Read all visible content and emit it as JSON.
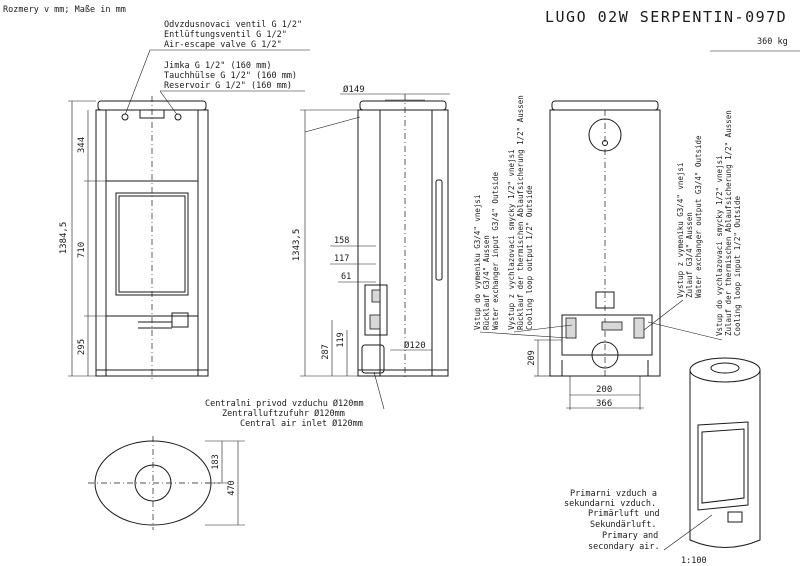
{
  "header": {
    "units_note": "Rozmery v mm; Maße in mm",
    "model_title": "LUGO 02W SERPENTIN-097D",
    "weight": "360 kg",
    "scale": "1:100"
  },
  "labels": {
    "air_escape": [
      "Odvzdusnovaci ventil G 1/2\"",
      "Entlüftungsventil G 1/2\"",
      "Air-escape valve G 1/2\""
    ],
    "reservoir": [
      "Jimka G 1/2\" (160 mm)",
      "Tauchhülse G 1/2\" (160 mm)",
      "Reservoir G 1/2\" (160 mm)"
    ],
    "central_air": [
      "Centralni privod vzduchu Ø120mm",
      "Zentralluftzufuhr Ø120mm",
      "Central air inlet Ø120mm"
    ],
    "primary_air": [
      "Primarni vzduch a",
      "sekundarni vzduch.",
      "Primärluft und",
      "Sekundärluft.",
      "Primary and",
      "secondary air."
    ],
    "exchanger_input": [
      "Vstup do vymeniku G3/4\" vnejsi",
      "Rücklauf G3/4\" Aussen",
      "Water exchanger input G3/4\" Outside"
    ],
    "cooling_output": [
      "Vystup z vychlazovaci smycky 1/2\" vnejsi",
      "Rücklauf der thermischen Ablaufsicherung 1/2\" Aussen",
      "Cooling loop output 1/2\" Outside"
    ],
    "exchanger_output": [
      "Vystup z vymeniku G3/4\" vnejsi",
      "Zulauf G3/4\" Aussen",
      "Water exchanger output G3/4\" Outside"
    ],
    "cooling_input": [
      "Vstup do vychlazovaci smycky 1/2\" vnejsi",
      "Zulauf der thermischen Ablaufsicherung 1/2\" Aussen",
      "Cooling loop input 1/2\" Outside"
    ]
  },
  "dimensions": {
    "front_total": "1384,5",
    "front_upper": "344",
    "front_middle": "710",
    "front_lower": "295",
    "side_total": "1343,5",
    "side_top_dia": "Ø149",
    "side_158": "158",
    "side_117": "117",
    "side_61": "61",
    "side_287": "287",
    "side_119": "119",
    "side_inlet_dia": "Ø120",
    "back_209": "209",
    "back_200": "200",
    "back_366": "366",
    "top_183": "183",
    "top_470": "470"
  }
}
